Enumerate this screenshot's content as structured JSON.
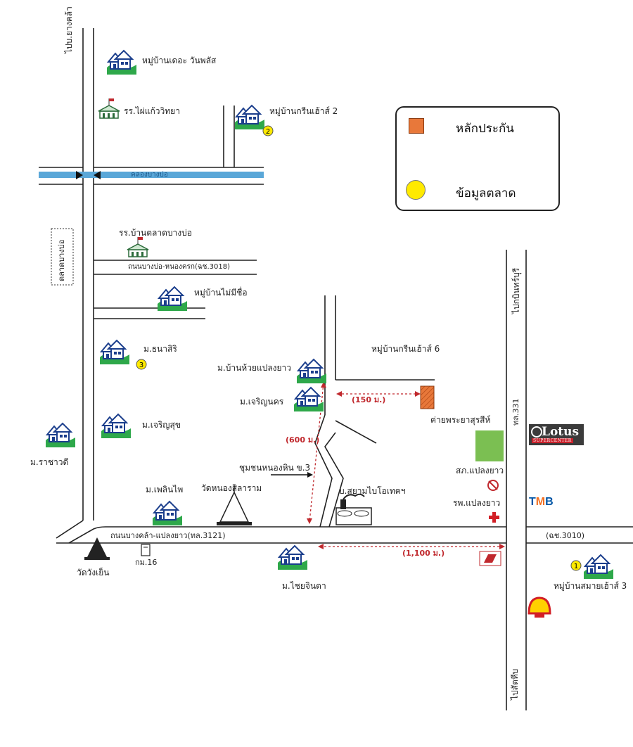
{
  "legend": {
    "collateral_label": "หลักประกัน",
    "market_label": "ข้อมูลตลาด",
    "collateral_color": "#e8783a",
    "market_color": "#ffea00"
  },
  "roads": {
    "left_vertical": "ไปบ.ยางคล้า",
    "canal": "คลองบางบ่อ",
    "bangbo_nongkrok": "ถนนบางบ่อ-หนองครก(ฉช.3018)",
    "main_road": "ถนนบางคล้า-แปลงยาว(ทล.3121)",
    "rd_3010": "(ฉช.3010)",
    "rd_331": "ทล.331",
    "to_chonburi": "ไปกบินทร์บุรี",
    "to_sattahip": "ไปสัตหีบ"
  },
  "places": {
    "the_one_plus": "หมู่บ้านเดอะ วันพลัส",
    "school_phaikaew": "รร.ไผ่แก้ววิทยา",
    "green_house_2": "หมู่บ้านกรีนเฮ้าส์ 2",
    "market_bangbo": "ตลาดบางบ่อ",
    "school_bangbo": "รร.บ้านตลาดบางบ่อ",
    "village_noname": "หมู่บ้านไม่มีชื่อ",
    "green_house_6": "หมู่บ้านกรีนเฮ้าส์ 6",
    "thanasiri": "ม.ธนาสิริ",
    "ban_huay": "ม.บ้านห้วยแปลงยาว",
    "charoen_nakhon": "ม.เจริญนคร",
    "charoen_suk": "ม.เจริญสุข",
    "rachawadee": "ม.ราชาวดี",
    "junction": "ชุมชนหนองหิน ข.3",
    "camp": "ค่ายพระยาสุรสีห์",
    "post_office": "สภ.แปลงยาว",
    "plernphai": "ม.เพลินไพ",
    "wat_nong": "วัดหนองสิลาราม",
    "siam_bio": "บ.สยามไบโอเทคฯ",
    "hospital": "รพ.แปลงยาว",
    "wat_wang": "วัดวังเย็น",
    "km16": "กม.16",
    "chai_chinda": "ม.ไชยจินดา",
    "smile_house_3": "หมู่บ้านสมายเฮ้าส์ 3"
  },
  "distances": {
    "d150": "(150 ม.)",
    "d600": "(600 ม.)",
    "d1100": "(1,100 ม.)"
  },
  "markers": [
    "1",
    "2",
    "3"
  ],
  "brands": {
    "lotus": "Lotus",
    "lotus_sub": "SUPERCENTER",
    "tmb_t": "T",
    "tmb_m": "M",
    "tmb_b": "B"
  },
  "icons": [
    "house-icon",
    "school-icon",
    "temple-icon",
    "factory-icon",
    "hospital-cross-icon",
    "shell-logo-icon",
    "honda-logo-icon",
    "police-icon"
  ]
}
